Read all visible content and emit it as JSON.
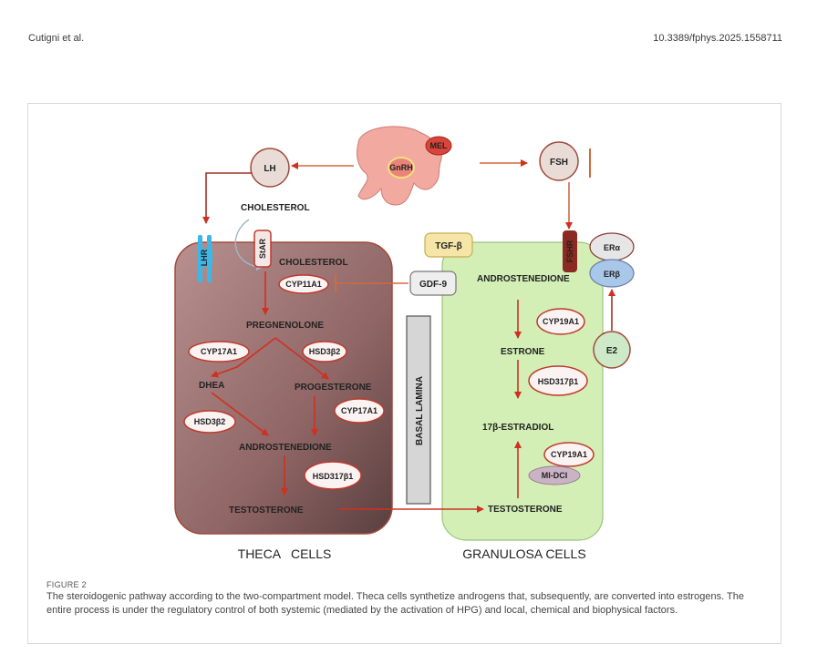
{
  "header": {
    "author": "Cutigni et al.",
    "doi": "10.3389/fphys.2025.1558711"
  },
  "figure": {
    "nodes": {
      "mel": "MEL",
      "gnrh": "GnRH",
      "lh": "LH",
      "fsh": "FSH",
      "lhr": "LHR",
      "star": "StAR",
      "fshr": "FSHR",
      "tgfb": "TGF-β",
      "gdf9": "GDF-9",
      "era": "ERα",
      "erb": "ERβ",
      "e2": "E2",
      "basal_lamina": "BASAL LAMINA"
    },
    "theca": {
      "cholesterol_outside": "CHOLESTEROL",
      "cholesterol": "CHOLESTEROL",
      "cyp11a1": "CYP11A1",
      "pregnenolone": "PREGNENOLONE",
      "cyp17a1_a": "CYP17A1",
      "hsd3b2_a": "HSD3β2",
      "dhea": "DHEA",
      "progesterone": "PROGESTERONE",
      "cyp17a1_b": "CYP17A1",
      "hsd3b2_b": "HSD3β2",
      "androstenedione": "ANDROSTENEDIONE",
      "hsd17b1": "HSD317β1",
      "testosterone": "TESTOSTERONE",
      "cell_label": "THECA   CELLS"
    },
    "granulosa": {
      "androstenedione": "ANDROSTENEDIONE",
      "cyp19a1_a": "CYP19A1",
      "estrone": "ESTRONE",
      "hsd17b1": "HSD317β1",
      "estradiol": "17β-ESTRADIOL",
      "cyp19a1_b": "CYP19A1",
      "midci": "MI-DCI",
      "testosterone": "TESTOSTERONE",
      "cell_label": "GRANULOSA CELLS"
    }
  },
  "caption": {
    "label": "FIGURE 2",
    "text": "The steroidogenic pathway according to the two-compartment model. Theca cells synthetize androgens that, subsequently, are converted into estrogens. The entire process is under the regulatory control of both systemic (mediated by the activation of HPG) and local, chemical and biophysical factors."
  },
  "colors": {
    "theca_fill": "#9a7070",
    "granulosa_fill": "#d3efb6",
    "arrow": "#d03020",
    "estradiol_text": "#2a8bc8",
    "testosterone_text": "#1f2f7a"
  }
}
